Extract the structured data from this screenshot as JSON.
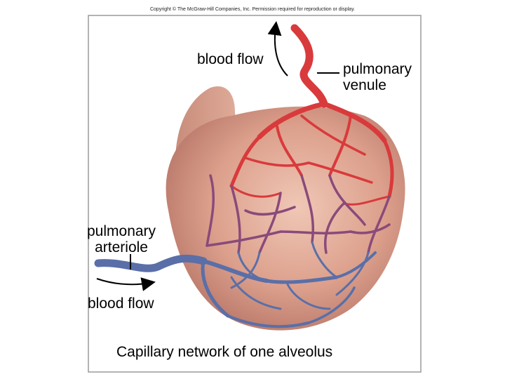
{
  "copyright": "Copyright © The McGraw-Hill Companies, Inc. Permission required for reproduction or display.",
  "labels": {
    "blood_flow_top": "blood flow",
    "venule_line1": "pulmonary",
    "venule_line2": "venule",
    "arteriole_line1": "pulmonary",
    "arteriole_line2": "arteriole",
    "blood_flow_bottom": "blood flow"
  },
  "caption": "Capillary network of one alveolus",
  "colors": {
    "alveolus": "#d9a08d",
    "oxygenated": "#d93a3c",
    "deoxygenated": "#5a6fa8",
    "mixed": "#8a4a7a"
  }
}
